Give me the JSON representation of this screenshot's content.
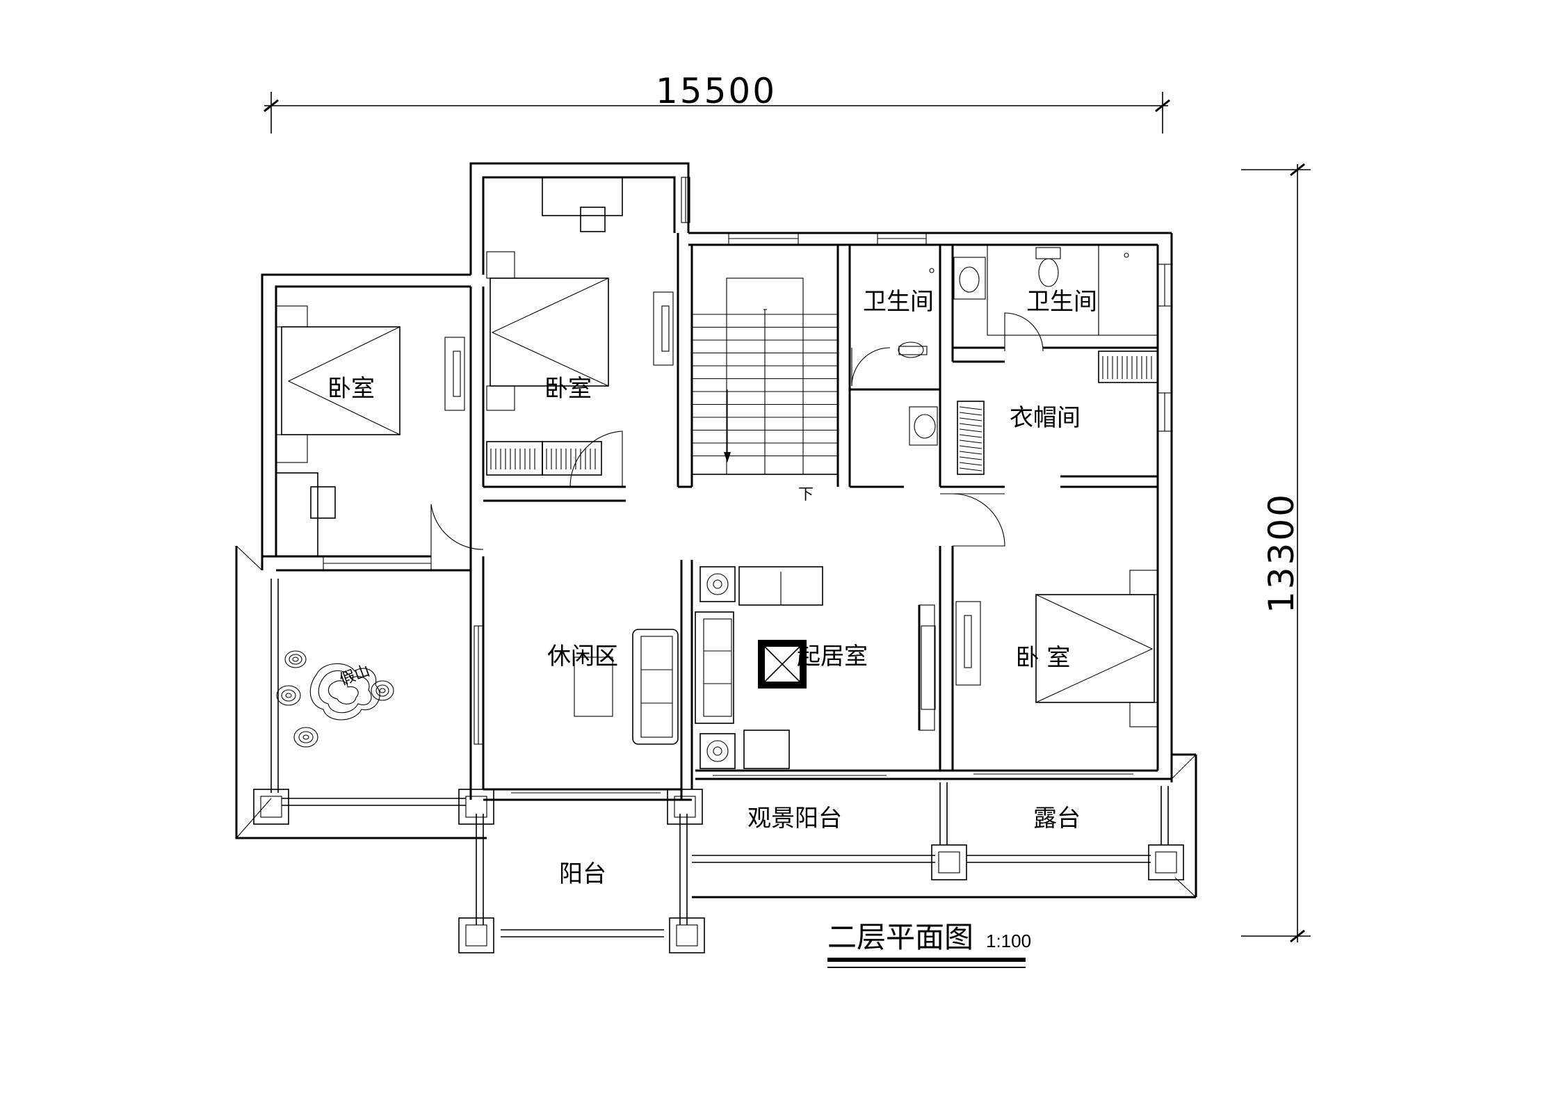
{
  "dimensions": {
    "width": "15500",
    "height": "13300"
  },
  "title": {
    "text": "二层平面图",
    "scale": "1:100"
  },
  "rooms": {
    "bedroom_left": "卧室",
    "bedroom_top": "卧室",
    "bedroom_right": "卧 室",
    "bathroom_1": "卫生间",
    "bathroom_2": "卫生间",
    "walk_in_closet": "衣帽间",
    "lounge": "休闲区",
    "living_room": "起居室",
    "view_balcony": "观景阳台",
    "terrace": "露台",
    "balcony": "阳台",
    "stair_down": "下",
    "rockery": "假山"
  },
  "icons": [
    "stair-icon",
    "bed-icon",
    "wardrobe-icon",
    "toilet-icon",
    "sink-icon",
    "sofa-icon",
    "tea-table-icon",
    "desk-chair-icon",
    "door-swing-icon",
    "window-icon",
    "column-icon",
    "rockery-icon"
  ]
}
